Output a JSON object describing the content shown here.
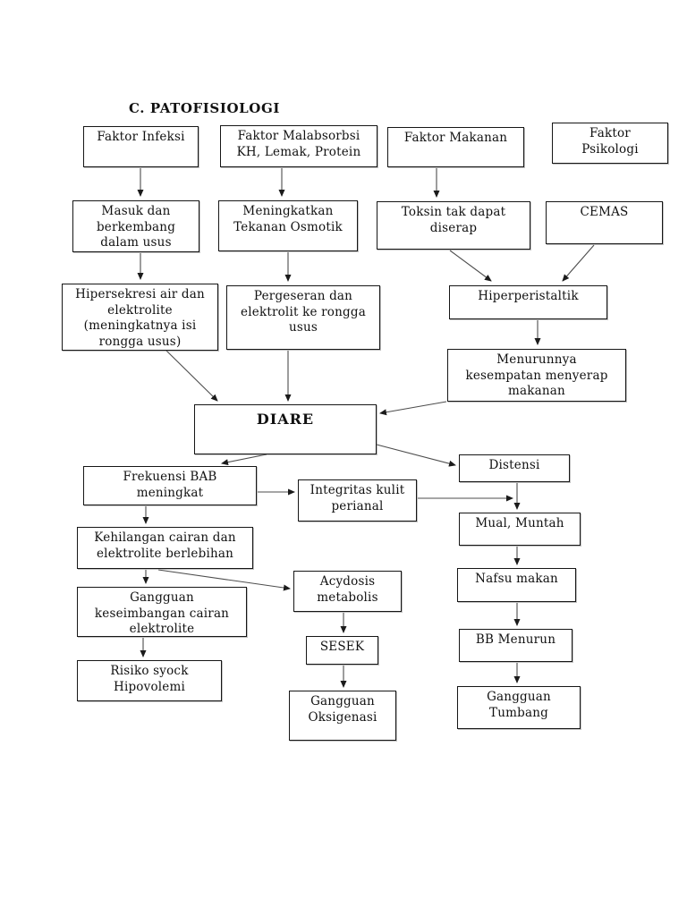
{
  "page": {
    "title": "C. PATOFISIOLOGI"
  },
  "nodes": {
    "faktor_infeksi": {
      "label": "Faktor Infeksi"
    },
    "faktor_malabsorbsi": {
      "label": "Faktor Malabsorbsi\nKH, Lemak, Protein"
    },
    "faktor_makanan": {
      "label": "Faktor Makanan"
    },
    "faktor_psikologi": {
      "label": "Faktor\nPsikologi"
    },
    "masuk": {
      "label": "Masuk dan\nberkembang\ndalam usus"
    },
    "meningkatkan": {
      "label": "Meningkatkan\nTekanan Osmotik"
    },
    "toksin": {
      "label": "Toksin tak dapat\ndiserap"
    },
    "cemas": {
      "label": "CEMAS"
    },
    "hipersekresi": {
      "label": "Hipersekresi air dan\nelektrolite\n(meningkatnya isi\nrongga usus)"
    },
    "pergeseran": {
      "label": "Pergeseran dan\nelektrolit ke rongga\nusus"
    },
    "hiperperistaltik": {
      "label": "Hiperperistaltik"
    },
    "menurunnya": {
      "label": "Menurunnya\nkesempatan menyerap\nmakanan"
    },
    "diare": {
      "label": "DIARE"
    },
    "frekuensi": {
      "label": "Frekuensi BAB\nmeningkat"
    },
    "integritas": {
      "label": "Integritas kulit\nperianal"
    },
    "distensi": {
      "label": "Distensi"
    },
    "mual": {
      "label": "Mual, Muntah"
    },
    "kehilangan": {
      "label": "Kehilangan cairan dan\nelektrolite berlebihan"
    },
    "acydosis": {
      "label": "Acydosis\nmetabolis"
    },
    "nafsu": {
      "label": "Nafsu makan"
    },
    "gangguan_keseimbangan": {
      "label": "Gangguan\nkeseimbangan cairan\nelektrolite"
    },
    "sesek": {
      "label": "SESEK"
    },
    "bb_menurun": {
      "label": "BB Menurun"
    },
    "risiko": {
      "label": "Risiko syock\nHipovolemi"
    },
    "oksigenasi": {
      "label": "Gangguan\nOksigenasi"
    },
    "tumbang": {
      "label": "Gangguan\nTumbang"
    }
  },
  "edges": [
    {
      "from": "faktor_infeksi",
      "to": "masuk"
    },
    {
      "from": "faktor_malabsorbsi",
      "to": "meningkatkan"
    },
    {
      "from": "faktor_makanan",
      "to": "toksin"
    },
    {
      "from": "masuk",
      "to": "hipersekresi"
    },
    {
      "from": "meningkatkan",
      "to": "pergeseran"
    },
    {
      "from": "toksin",
      "to": "hiperperistaltik"
    },
    {
      "from": "cemas",
      "to": "hiperperistaltik"
    },
    {
      "from": "hiperperistaltik",
      "to": "menurunnya"
    },
    {
      "from": "hipersekresi",
      "to": "diare"
    },
    {
      "from": "pergeseran",
      "to": "diare"
    },
    {
      "from": "menurunnya",
      "to": "diare"
    },
    {
      "from": "diare",
      "to": "frekuensi"
    },
    {
      "from": "diare",
      "to": "distensi"
    },
    {
      "from": "frekuensi",
      "to": "integritas"
    },
    {
      "from": "frekuensi",
      "to": "kehilangan"
    },
    {
      "from": "integritas",
      "to": "distensi-mual-junction"
    },
    {
      "from": "distensi",
      "to": "mual"
    },
    {
      "from": "kehilangan",
      "to": "gangguan_keseimbangan"
    },
    {
      "from": "kehilangan",
      "to": "acydosis"
    },
    {
      "from": "mual",
      "to": "nafsu"
    },
    {
      "from": "gangguan_keseimbangan",
      "to": "risiko"
    },
    {
      "from": "acydosis",
      "to": "sesek"
    },
    {
      "from": "nafsu",
      "to": "bb_menurun"
    },
    {
      "from": "sesek",
      "to": "oksigenasi"
    },
    {
      "from": "bb_menurun",
      "to": "tumbang"
    }
  ],
  "colors": {
    "background": "#ffffff",
    "border": "#161616",
    "text": "#111111",
    "line": "#4d4d4d"
  }
}
